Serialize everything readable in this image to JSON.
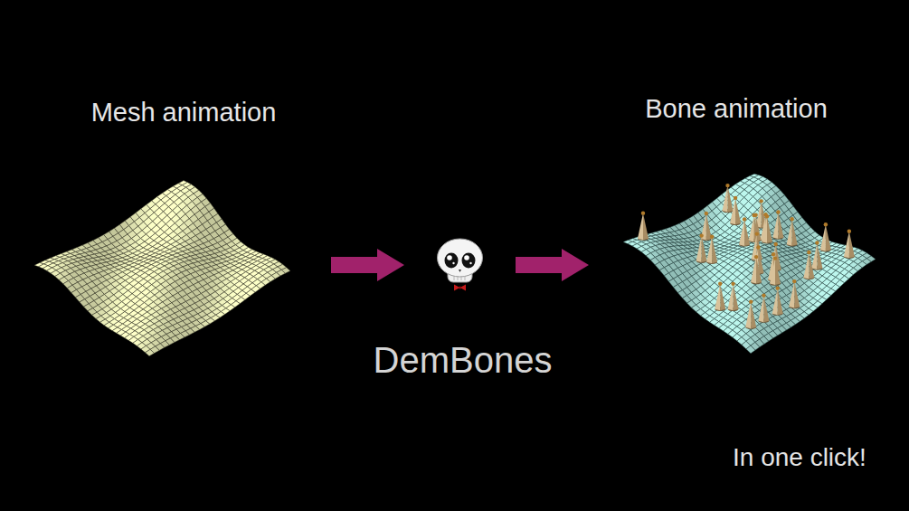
{
  "diagram": {
    "nodes": [
      {
        "text": [
          "Mesh animation"
        ]
      },
      {
        "text": [
          "DemBones"
        ]
      },
      {
        "text": [
          "Bone animation"
        ]
      }
    ],
    "edges": [
      {
        "from": 0,
        "to": 1,
        "arrow": "to"
      },
      {
        "from": 1,
        "to": 2,
        "arrow": "to"
      }
    ],
    "labels": [
      "In one click!"
    ]
  }
}
